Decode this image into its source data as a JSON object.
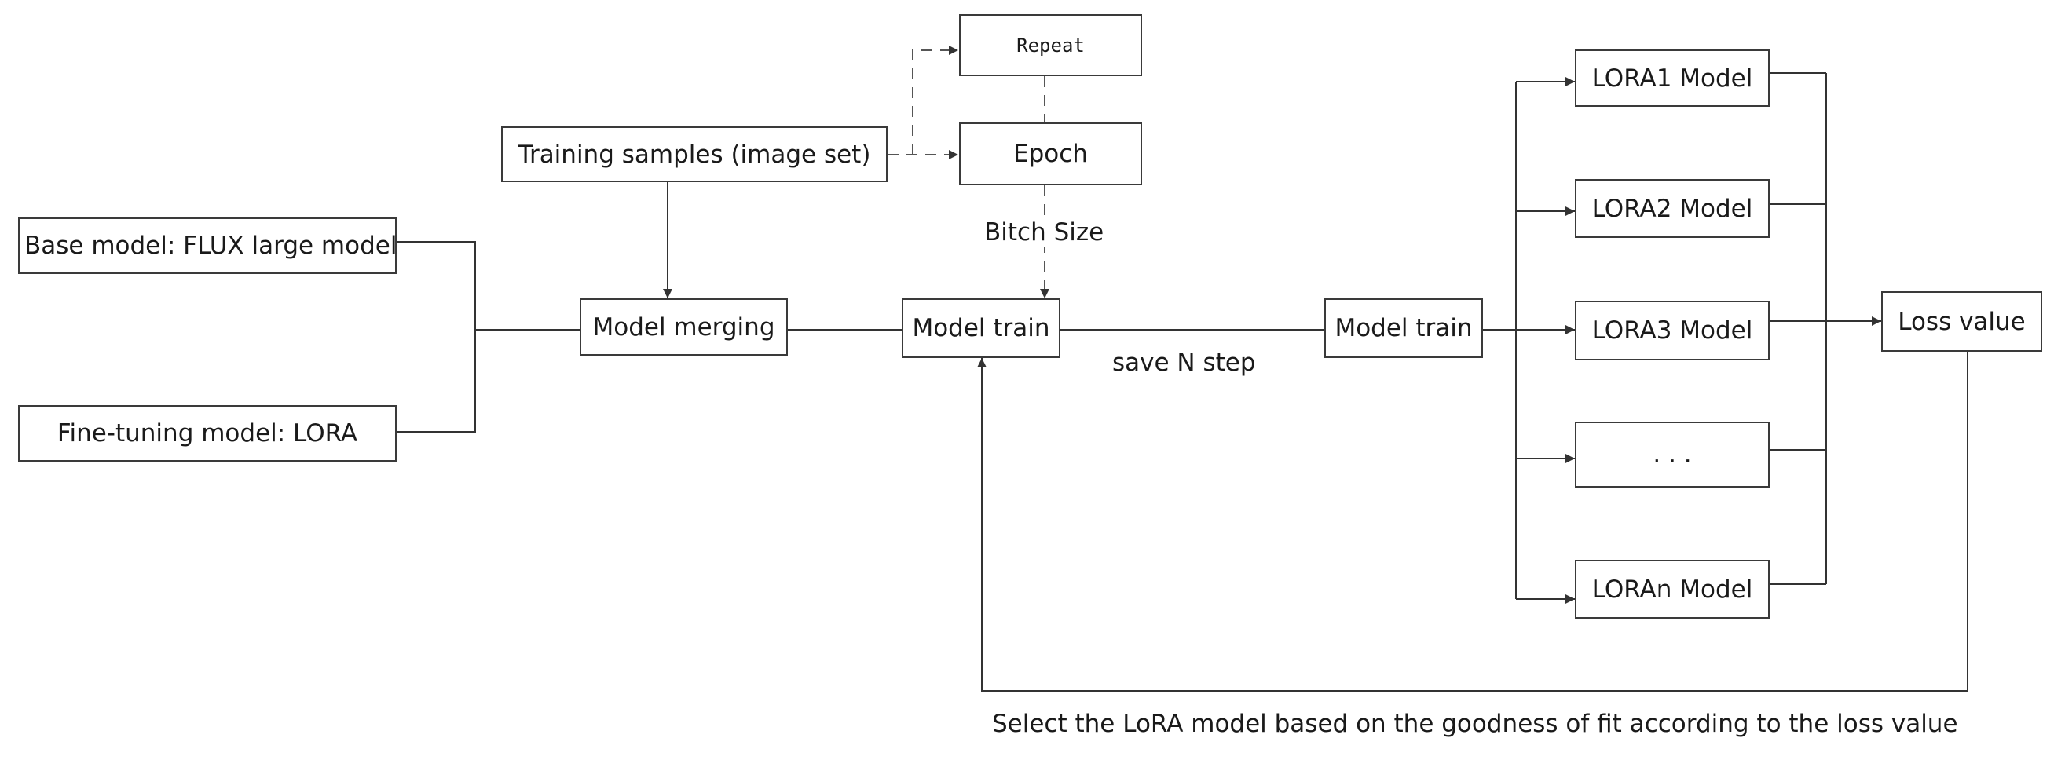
{
  "nodes": {
    "repeat": "Repeat",
    "epoch": "Epoch",
    "training_samples": "Training samples (image set)",
    "base_model": "Base model: FLUX large model",
    "fine_tuning": "Fine-tuning model: LORA",
    "model_merging": "Model merging",
    "model_train_1": "Model train",
    "model_train_2": "Model train",
    "lora1": "LORA1 Model",
    "lora2": "LORA2 Model",
    "lora3": "LORA3 Model",
    "lora_dots": ". . .",
    "loran": "LORAn Model",
    "loss_value": "Loss value"
  },
  "labels": {
    "batch_size": "Bitch Size",
    "save_step": "save N step",
    "feedback": "Select the LoRA model based on the goodness of fit according to the loss value"
  }
}
